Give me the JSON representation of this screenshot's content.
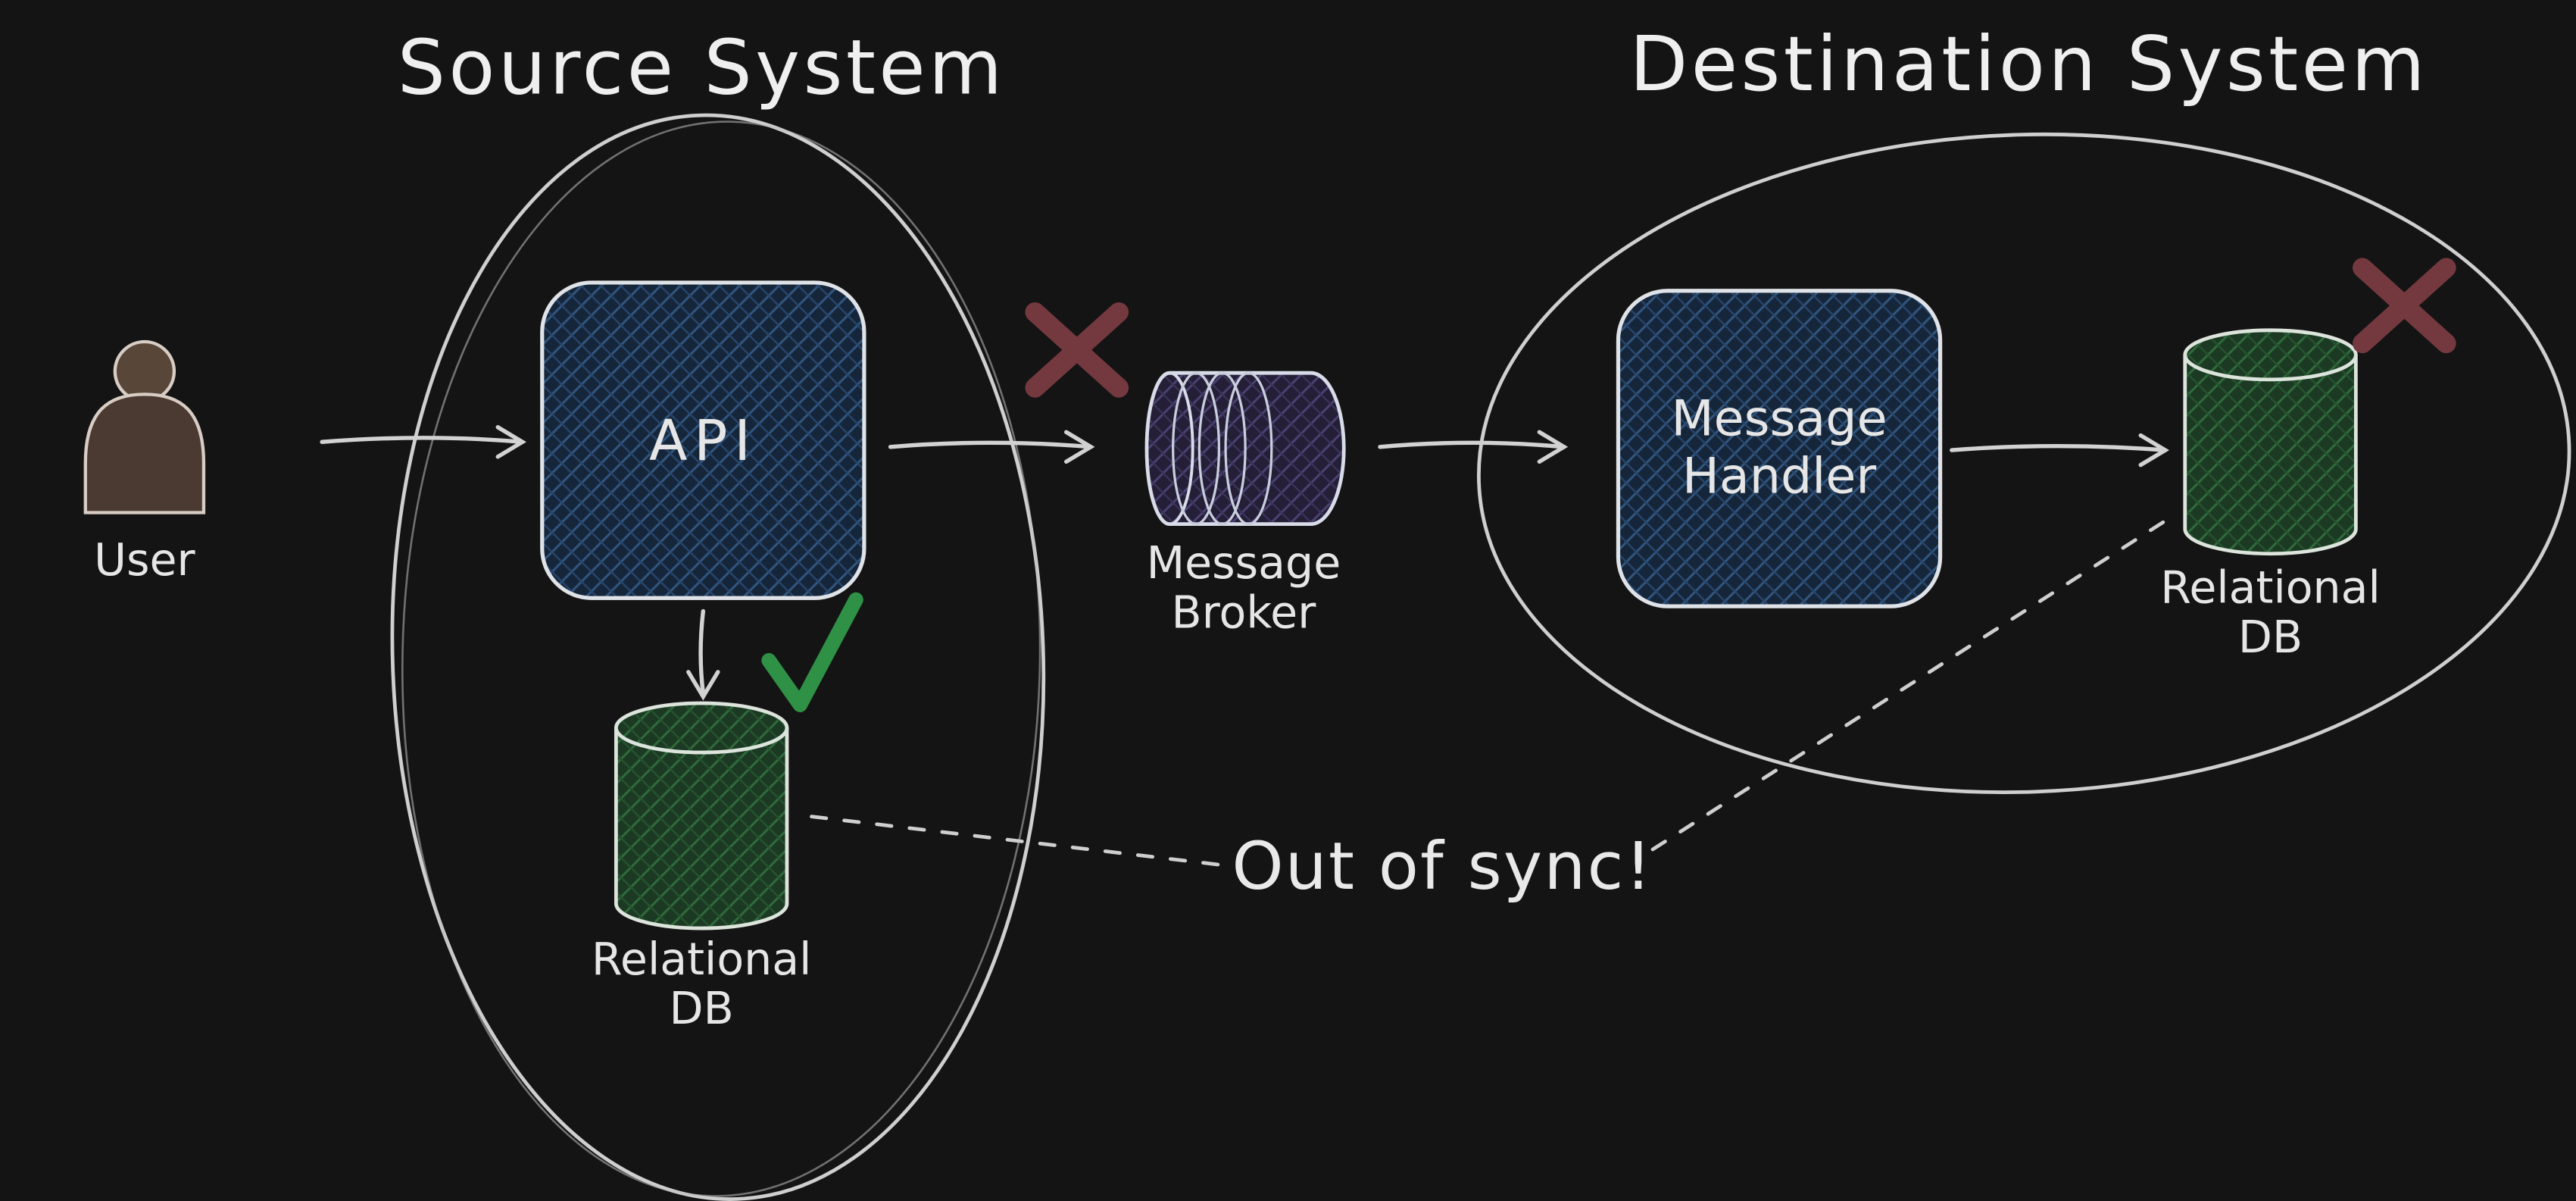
{
  "diagram": {
    "source_system": {
      "title": "Source System"
    },
    "destination_system": {
      "title": "Destination System"
    },
    "user": {
      "label": "User"
    },
    "api": {
      "label": "API"
    },
    "source_db": {
      "line1": "Relational",
      "line2": "DB"
    },
    "broker": {
      "line1": "Message",
      "line2": "Broker"
    },
    "handler": {
      "line1": "Message",
      "line2": "Handler"
    },
    "dest_db": {
      "line1": "Relational",
      "line2": "DB"
    },
    "annotation": {
      "text": "Out of sync!"
    }
  },
  "colors": {
    "background": "#141414",
    "stroke_light": "#d2d2d2",
    "title_text": "#efefef",
    "label_text": "#e6e6e6",
    "api_fill": "#16263a",
    "api_hatch": "#31567f",
    "db_fill": "#1c3a23",
    "db_hatch": "#2f6b3c",
    "broker_fill": "#241e36",
    "broker_hatch": "#4b4273",
    "user_fill": "#4a3a31",
    "error_x": "#74393f",
    "check_green": "#2f9145",
    "alert_text": "#ee8b85"
  }
}
